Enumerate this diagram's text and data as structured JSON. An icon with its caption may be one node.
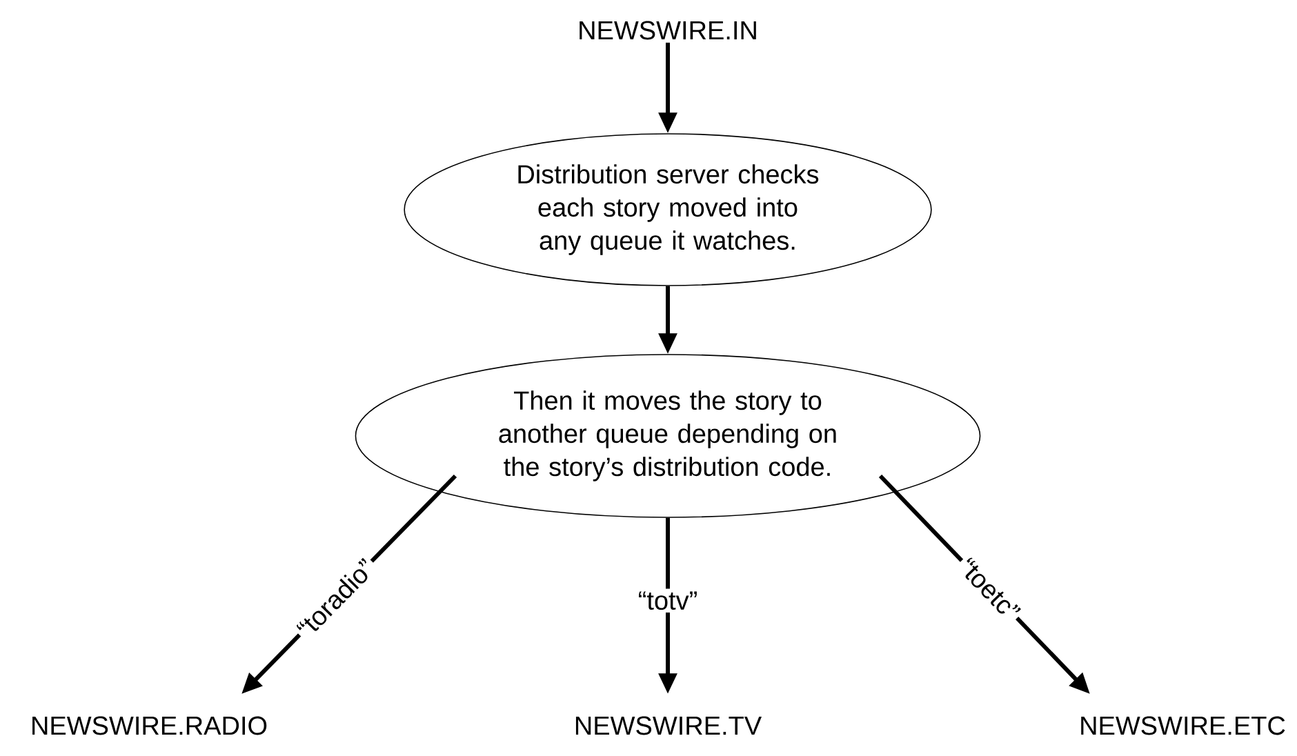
{
  "diagram": {
    "nodes": [
      {
        "text": [
          "NEWSWIRE.IN"
        ]
      },
      {
        "text": [
          "Distribution server checks each story moved into any queue it watches."
        ]
      },
      {
        "text": [
          "Then it moves the story to another queue depending on the story’s distribution code."
        ]
      },
      {
        "text": [
          "NEWSWIRE.RADIO"
        ]
      },
      {
        "text": [
          "NEWSWIRE.TV"
        ]
      },
      {
        "text": [
          "NEWSWIRE.ETC"
        ]
      }
    ],
    "edges": [
      {
        "from": 0,
        "to": 1,
        "arrow": "to"
      },
      {
        "from": 1,
        "to": 2,
        "arrow": "to"
      },
      {
        "from": 2,
        "to": 3,
        "arrow": "to",
        "label": "“toradio”"
      },
      {
        "from": 2,
        "to": 4,
        "arrow": "to",
        "label": "“totv”"
      },
      {
        "from": 2,
        "to": 5,
        "arrow": "to",
        "label": "“toetc”"
      }
    ]
  }
}
